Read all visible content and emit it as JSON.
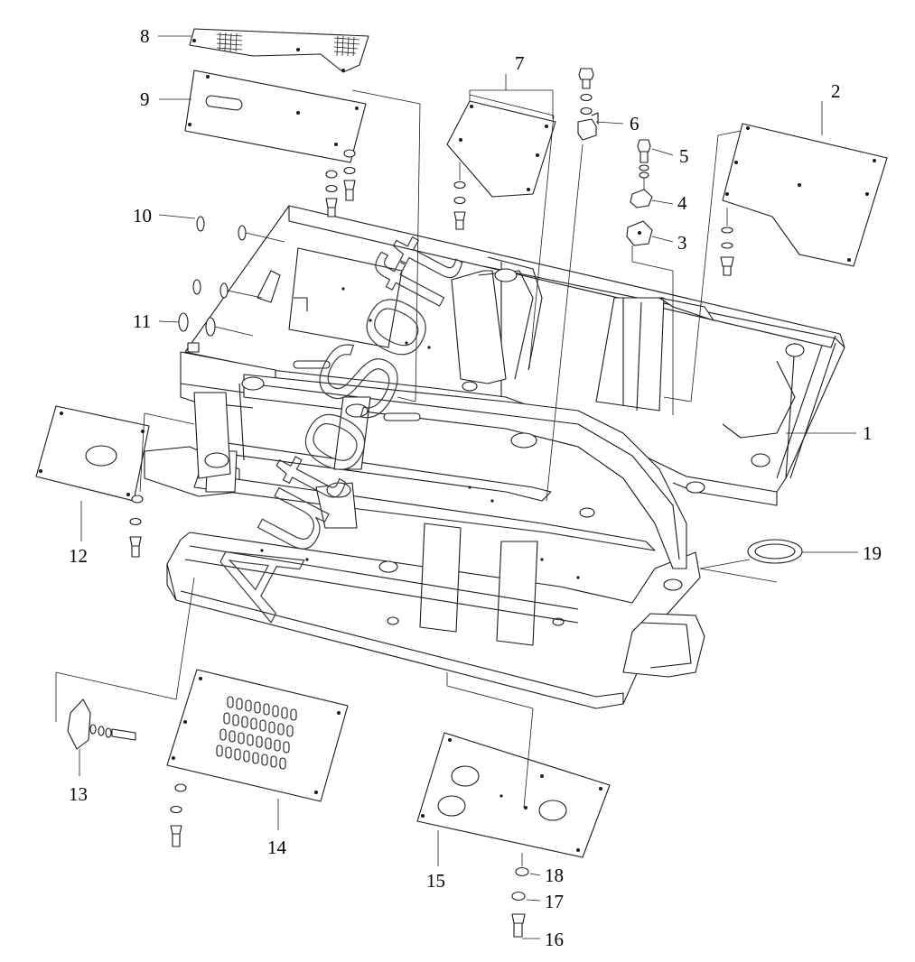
{
  "watermark": "AutoSoft",
  "callouts": [
    {
      "id": "1",
      "label": "1"
    },
    {
      "id": "2",
      "label": "2"
    },
    {
      "id": "3",
      "label": "3"
    },
    {
      "id": "4",
      "label": "4"
    },
    {
      "id": "5",
      "label": "5"
    },
    {
      "id": "6",
      "label": "6"
    },
    {
      "id": "7",
      "label": "7"
    },
    {
      "id": "8",
      "label": "8"
    },
    {
      "id": "9",
      "label": "9"
    },
    {
      "id": "10",
      "label": "10"
    },
    {
      "id": "11",
      "label": "11"
    },
    {
      "id": "12",
      "label": "12"
    },
    {
      "id": "13",
      "label": "13"
    },
    {
      "id": "14",
      "label": "14"
    },
    {
      "id": "15",
      "label": "15"
    },
    {
      "id": "16",
      "label": "16"
    },
    {
      "id": "17",
      "label": "17"
    },
    {
      "id": "18",
      "label": "18"
    },
    {
      "id": "19",
      "label": "19"
    }
  ]
}
